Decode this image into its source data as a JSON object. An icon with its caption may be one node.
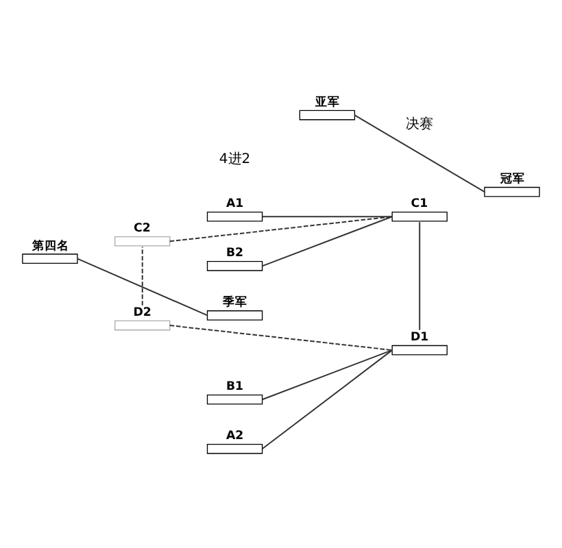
{
  "diagram": {
    "nodes": [
      {
        "text": [
          "A1"
        ]
      },
      {
        "text": [
          "C2"
        ]
      },
      {
        "text": [
          "C1"
        ]
      },
      {
        "text": [
          "B2"
        ]
      },
      {
        "text": [
          "第四名"
        ]
      },
      {
        "text": [
          "季军"
        ]
      },
      {
        "text": [
          "亚军"
        ]
      },
      {
        "text": [
          "冠军"
        ]
      },
      {
        "text": [
          "B1"
        ]
      },
      {
        "text": [
          "D2"
        ]
      },
      {
        "text": [
          "D1"
        ]
      },
      {
        "text": [
          "A2"
        ]
      }
    ],
    "edges": [
      {
        "from": 0,
        "to": 2,
        "arrow": "none"
      },
      {
        "from": 3,
        "to": 2,
        "arrow": "none"
      },
      {
        "from": 1,
        "to": 2,
        "arrow": "none",
        "style": "dashed"
      },
      {
        "from": 2,
        "to": 10,
        "arrow": "none"
      },
      {
        "from": 1,
        "to": 9,
        "arrow": "none",
        "style": "dashed"
      },
      {
        "from": 4,
        "to": 5,
        "arrow": "none"
      },
      {
        "from": 6,
        "to": 7,
        "arrow": "none"
      },
      {
        "from": 8,
        "to": 10,
        "arrow": "none"
      },
      {
        "from": 11,
        "to": 10,
        "arrow": "none"
      },
      {
        "from": 9,
        "to": 10,
        "arrow": "none",
        "style": "dashed"
      }
    ],
    "labels": [
      "4进2",
      "决赛"
    ]
  }
}
